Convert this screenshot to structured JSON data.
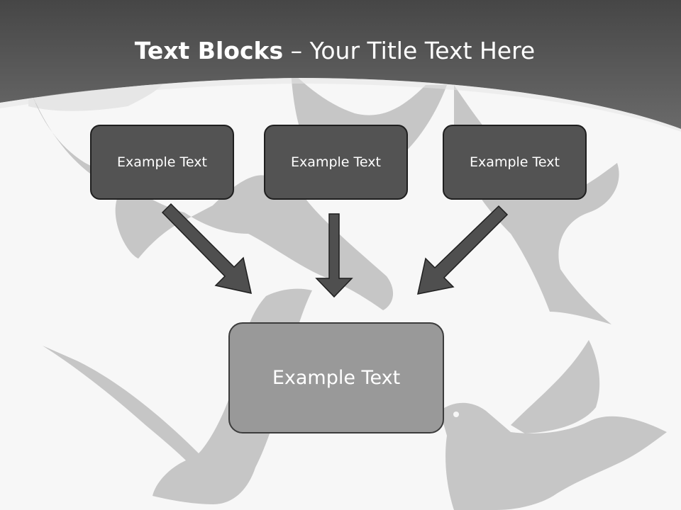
{
  "slide": {
    "title_bold": "Text Blocks",
    "title_dash": "–",
    "title_rest": "Your Title Text Here"
  },
  "blocks": {
    "left": "Example Text",
    "middle": "Example Text",
    "right": "Example Text",
    "bottom": "Example Text"
  },
  "colors": {
    "header": "#555555",
    "background": "#f7f7f7",
    "dove": "#c6c6c6",
    "top_box": "#535353",
    "bottom_box": "#999999",
    "arrow": "#4f4f4f"
  }
}
